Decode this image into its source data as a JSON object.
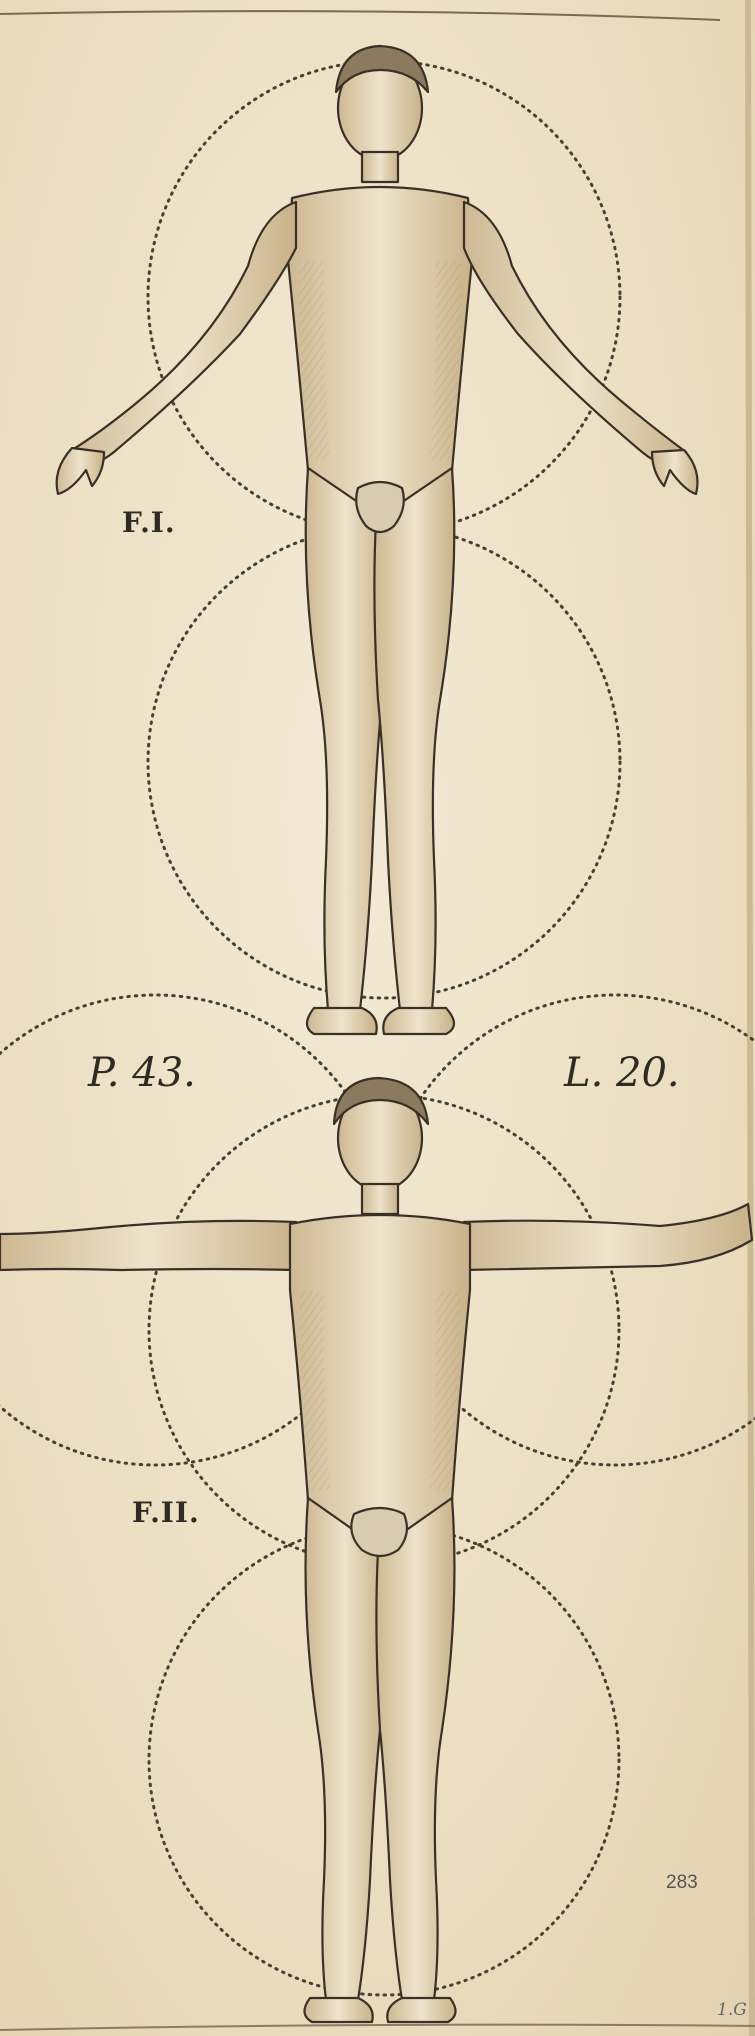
{
  "figure_labels": {
    "fig1": "F.I.",
    "fig2": "F.II.",
    "left_ref": "P. 43.",
    "right_ref": "L. 20."
  },
  "page_number": "283",
  "corner_mark": "1.G",
  "colors": {
    "paper": "#efe3ca",
    "ink": "#2e2a24",
    "line": "#4a3f33"
  }
}
